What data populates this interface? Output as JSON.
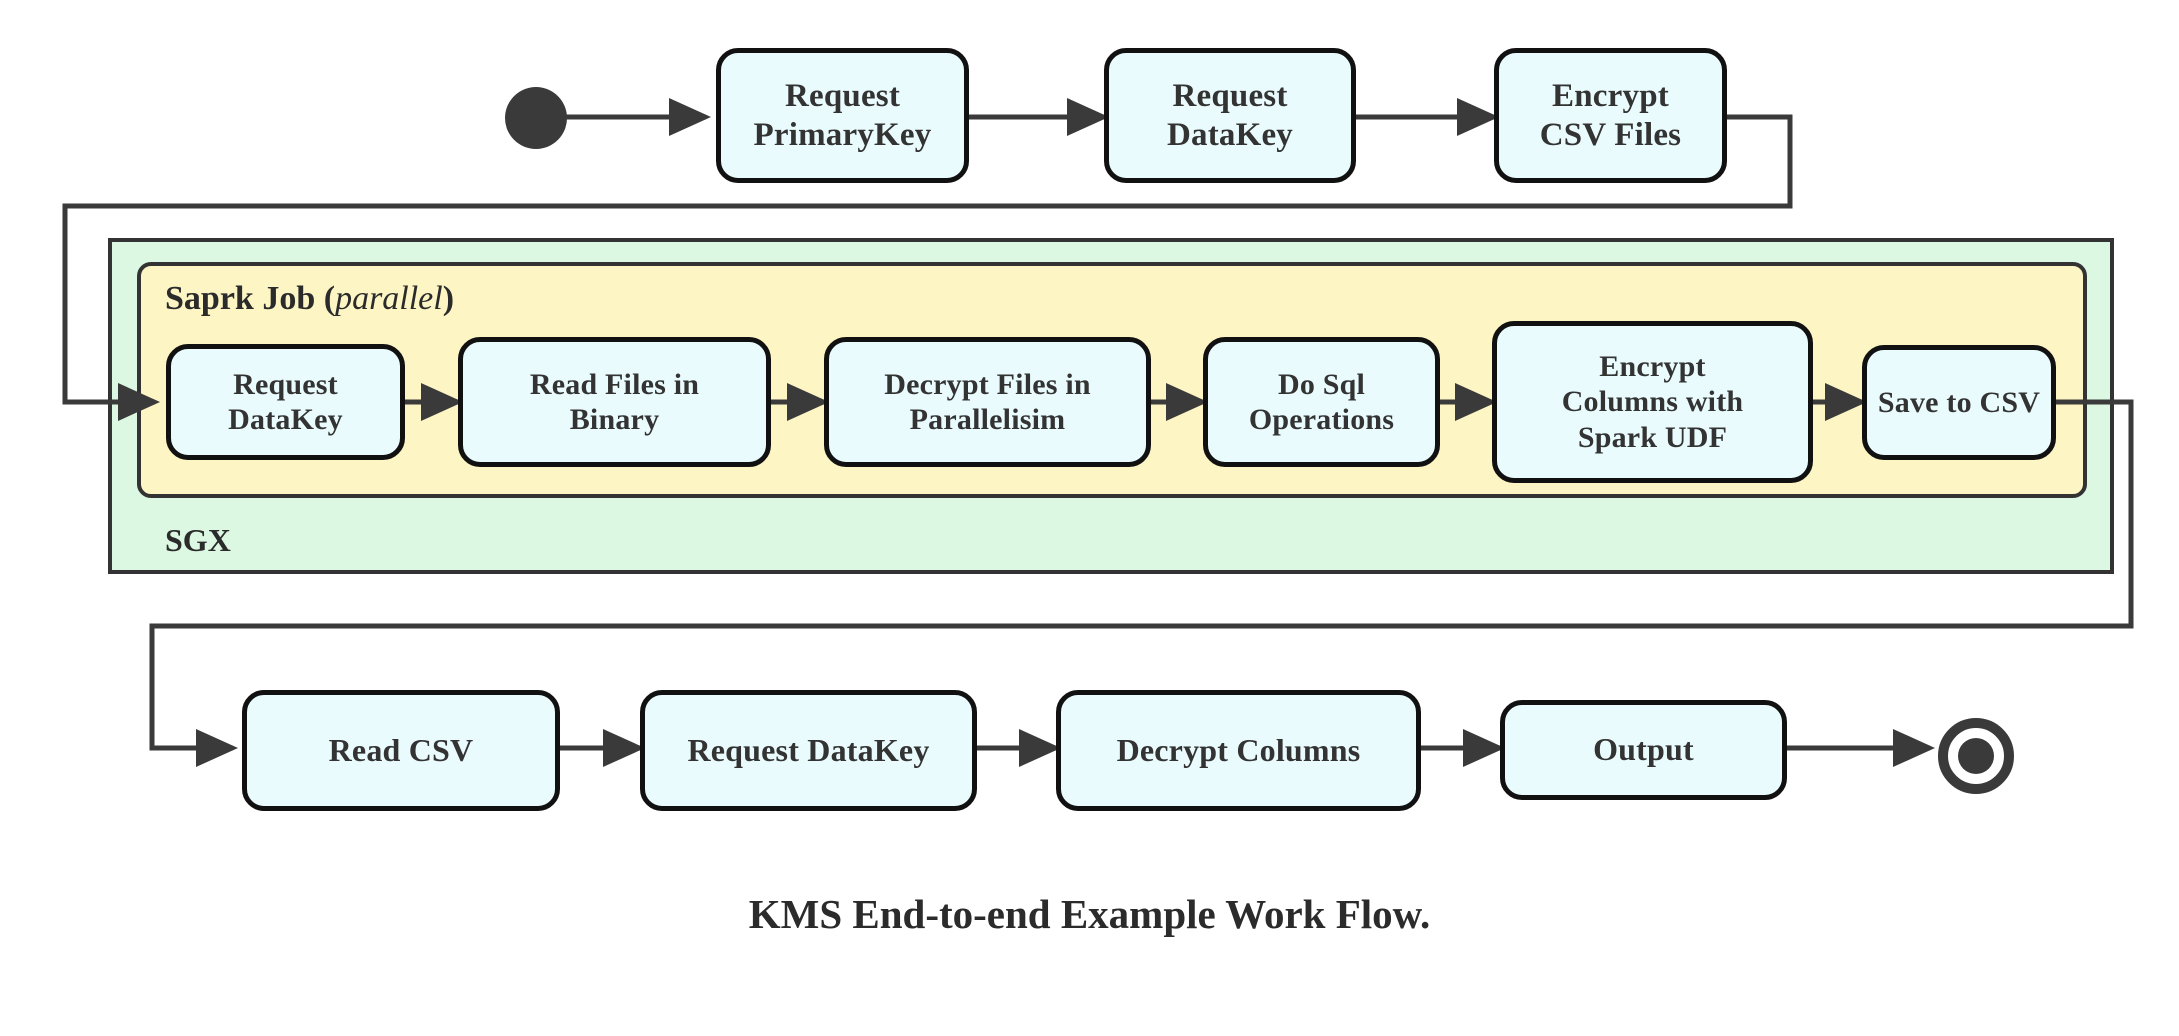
{
  "diagram": {
    "caption": "KMS End-to-end Example Work Flow.",
    "colors": {
      "node_fill": "#e9fbfd",
      "node_border": "#111111",
      "sgx_fill": "#ddf8e2",
      "spark_fill": "#fdf5c4",
      "container_border": "#333333",
      "edge": "#3a3a3a",
      "text": "#333333",
      "background": "#ffffff"
    },
    "containers": {
      "sgx": {
        "label": "SGX",
        "label_position": "bottom-left"
      },
      "spark": {
        "label": "Saprk Job",
        "modifier": "parallel",
        "modifier_open": "(",
        "modifier_close": ")",
        "label_position": "top-left"
      }
    },
    "endpoints": {
      "start": {
        "name": "start-node",
        "type": "filled-circle"
      },
      "end": {
        "name": "end-node",
        "type": "double-circle"
      }
    },
    "rows": {
      "top": [
        {
          "id": "request-primarykey",
          "lines": [
            "Request",
            "PrimaryKey"
          ]
        },
        {
          "id": "request-datakey-top",
          "lines": [
            "Request",
            "DataKey"
          ]
        },
        {
          "id": "encrypt-csv-files",
          "lines": [
            "Encrypt",
            "CSV Files"
          ]
        }
      ],
      "spark": [
        {
          "id": "request-datakey-spark",
          "lines": [
            "Request",
            "DataKey"
          ]
        },
        {
          "id": "read-files-in-binary",
          "lines": [
            "Read Files in",
            "Binary"
          ]
        },
        {
          "id": "decrypt-files-in-parallelisim",
          "lines": [
            "Decrypt Files in",
            "Parallelisim"
          ]
        },
        {
          "id": "do-sql-operations",
          "lines": [
            "Do Sql",
            "Operations"
          ]
        },
        {
          "id": "encrypt-columns-with-spark-udf",
          "lines": [
            "Encrypt",
            "Columns with",
            "Spark UDF"
          ]
        },
        {
          "id": "save-to-csv",
          "lines": [
            "Save to CSV"
          ]
        }
      ],
      "bottom": [
        {
          "id": "read-csv",
          "lines": [
            "Read CSV"
          ]
        },
        {
          "id": "request-datakey-bottom",
          "lines": [
            "Request DataKey"
          ]
        },
        {
          "id": "decrypt-columns",
          "lines": [
            "Decrypt Columns"
          ]
        },
        {
          "id": "output",
          "lines": [
            "Output"
          ]
        }
      ]
    }
  },
  "nodes": {
    "n0_l0": "Request",
    "n0_l1": "PrimaryKey",
    "n1_l0": "Request",
    "n1_l1": "DataKey",
    "n2_l0": "Encrypt",
    "n2_l1": "CSV Files",
    "s0_l0": "Request",
    "s0_l1": "DataKey",
    "s1_l0": "Read Files in",
    "s1_l1": "Binary",
    "s2_l0": "Decrypt Files in",
    "s2_l1": "Parallelisim",
    "s3_l0": "Do Sql",
    "s3_l1": "Operations",
    "s4_l0": "Encrypt",
    "s4_l1": "Columns with",
    "s4_l2": "Spark UDF",
    "s5_l0": "Save to CSV",
    "b0_l0": "Read CSV",
    "b1_l0": "Request DataKey",
    "b2_l0": "Decrypt Columns",
    "b3_l0": "Output"
  },
  "labels": {
    "spark_main": "Saprk Job",
    "spark_open": "(",
    "spark_italic": "parallel",
    "spark_close": ")",
    "sgx": "SGX",
    "caption": "KMS End-to-end Example Work Flow."
  }
}
